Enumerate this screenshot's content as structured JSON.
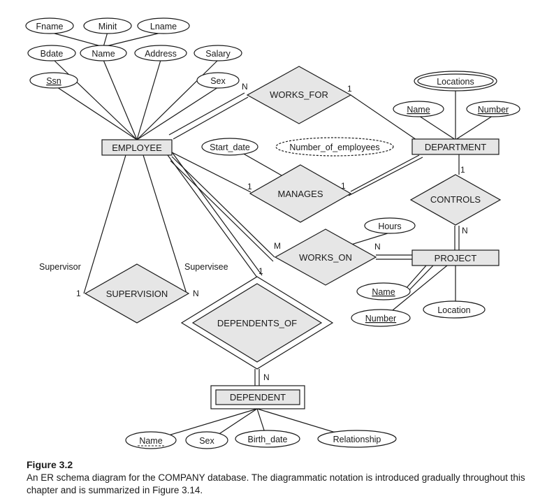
{
  "colors": {
    "entity_fill": "#e6e6e6",
    "relationship_fill": "#e6e6e6",
    "stroke": "#1a1a1a",
    "attribute_fill": "#ffffff"
  },
  "diagram": {
    "entities": {
      "employee": "EMPLOYEE",
      "department": "DEPARTMENT",
      "project": "PROJECT",
      "dependent": "DEPENDENT"
    },
    "relationships": {
      "works_for": "WORKS_FOR",
      "manages": "MANAGES",
      "works_on": "WORKS_ON",
      "controls": "CONTROLS",
      "supervision": "SUPERVISION",
      "dependents_of": "DEPENDENTS_OF"
    },
    "attributes": {
      "fname": "Fname",
      "minit": "Minit",
      "lname": "Lname",
      "bdate": "Bdate",
      "emp_name": "Name",
      "address": "Address",
      "salary": "Salary",
      "ssn": "Ssn",
      "sex": "Sex",
      "locations": "Locations",
      "dept_name": "Name",
      "dept_number": "Number",
      "start_date": "Start_date",
      "number_of_employees": "Number_of_employees",
      "hours": "Hours",
      "proj_name": "Name",
      "proj_number": "Number",
      "location": "Location",
      "dep_name": "Name",
      "dep_sex": "Sex",
      "birth_date": "Birth_date",
      "relationship": "Relationship"
    },
    "cardinalities": {
      "works_for_employee": "N",
      "works_for_department": "1",
      "manages_employee": "1",
      "manages_department": "1",
      "controls_department": "1",
      "controls_project": "N",
      "works_on_employee": "M",
      "works_on_project": "N",
      "supervision_supervisor": "1",
      "supervision_supervisee": "N",
      "dependents_of_employee": "1",
      "dependents_of_dependent": "N"
    },
    "roles": {
      "supervisor": "Supervisor",
      "supervisee": "Supervisee"
    }
  },
  "caption": {
    "label": "Figure 3.2",
    "text": "An ER schema diagram for the COMPANY database. The diagrammatic notation is introduced gradually throughout this chapter and is summarized in Figure 3.14."
  }
}
